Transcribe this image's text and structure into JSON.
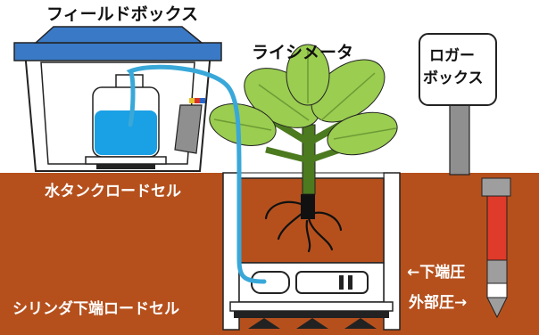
{
  "labels": {
    "field_box": "フィールドボックス",
    "lysimeter": "ライシメータ",
    "logger_box_line1": "ロガー",
    "logger_box_line2": "ボックス",
    "water_tank_load_cell": "水タンクロードセル",
    "cylinder_bottom_load_cell": "シリンダ下端ロードセル",
    "bottom_pressure": "←下端圧",
    "external_pressure": "外部圧→"
  },
  "colors": {
    "soil": "#b5501d",
    "field_box_lid": "#3a79c6",
    "water": "#1aa0e4",
    "tube": "#39a8d9",
    "leaf": "#9acd50",
    "stem": "#4c7a1f",
    "probe_red": "#e03a2a"
  }
}
